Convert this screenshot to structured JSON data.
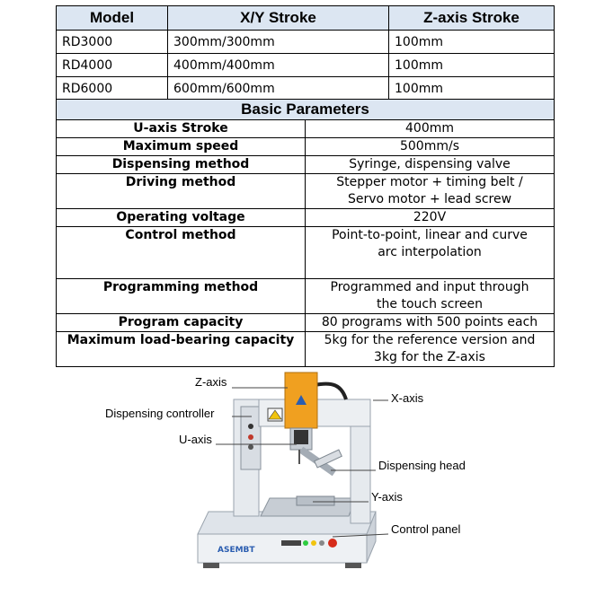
{
  "model_table": {
    "headers": [
      "Model",
      "X/Y Stroke",
      "Z-axis Stroke"
    ],
    "rows": [
      [
        "RD3000",
        "300mm/300mm",
        "100mm"
      ],
      [
        "RD4000",
        "400mm/400mm",
        "100mm"
      ],
      [
        "RD6000",
        "600mm/600mm",
        "100mm"
      ]
    ]
  },
  "basic_parameters": {
    "title": "Basic Parameters",
    "rows": [
      {
        "label": "U-axis Stroke",
        "value_lines": [
          "400mm"
        ]
      },
      {
        "label": "Maximum speed",
        "value_lines": [
          "500mm/s"
        ]
      },
      {
        "label": "Dispensing method",
        "value_lines": [
          "Syringe, dispensing valve"
        ]
      },
      {
        "label": "Driving method",
        "value_lines": [
          "Stepper motor + timing belt /",
          "Servo motor + lead screw"
        ]
      },
      {
        "label": "Operating voltage",
        "value_lines": [
          "220V"
        ]
      },
      {
        "label": "Control method",
        "value_lines": [
          "Point-to-point, linear and curve",
          "arc interpolation"
        ]
      },
      {
        "label": "Programming method",
        "value_lines": [
          "Programmed and input through",
          "the touch screen"
        ]
      },
      {
        "label": "Program capacity",
        "value_lines": [
          "80 programs with 500 points each"
        ]
      },
      {
        "label": "Maximum load-bearing capacity",
        "value_lines": [
          "5kg for the reference version and",
          "3kg for the Z-axis"
        ]
      }
    ]
  },
  "machine": {
    "brand_text": "ASEMBT",
    "callouts": {
      "z_axis": "Z-axis",
      "x_axis": "X-axis",
      "dispensing_controller": "Dispensing controller",
      "u_axis": "U-axis",
      "dispensing_head": "Dispensing head",
      "y_axis": "Y-axis",
      "control_panel": "Control panel"
    },
    "colors": {
      "body": "#e8ecf0",
      "frame_gray": "#c9cfd6",
      "z_housing": "#f0a020",
      "brand_blue": "#2a5db0",
      "header_fill": "#dce6f2"
    }
  }
}
